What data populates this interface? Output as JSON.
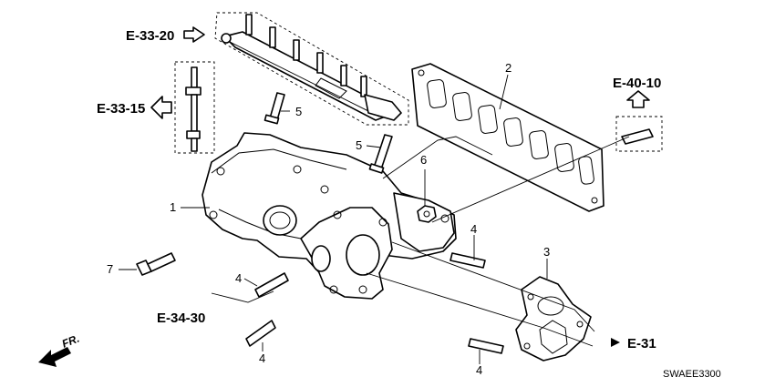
{
  "refs": {
    "e33_20": "E-33-20",
    "e33_15": "E-33-15",
    "e40_10": "E-40-10",
    "e34_30": "E-34-30",
    "e31": "E-31"
  },
  "callouts": {
    "c1": "1",
    "c2": "2",
    "c3": "3",
    "c4a": "4",
    "c4b": "4",
    "c4c": "4",
    "c4d": "4",
    "c5a": "5",
    "c5b": "5",
    "c6": "6",
    "c7": "7"
  },
  "orientation_label": "FR.",
  "diagram_code": "SWAEE3300"
}
